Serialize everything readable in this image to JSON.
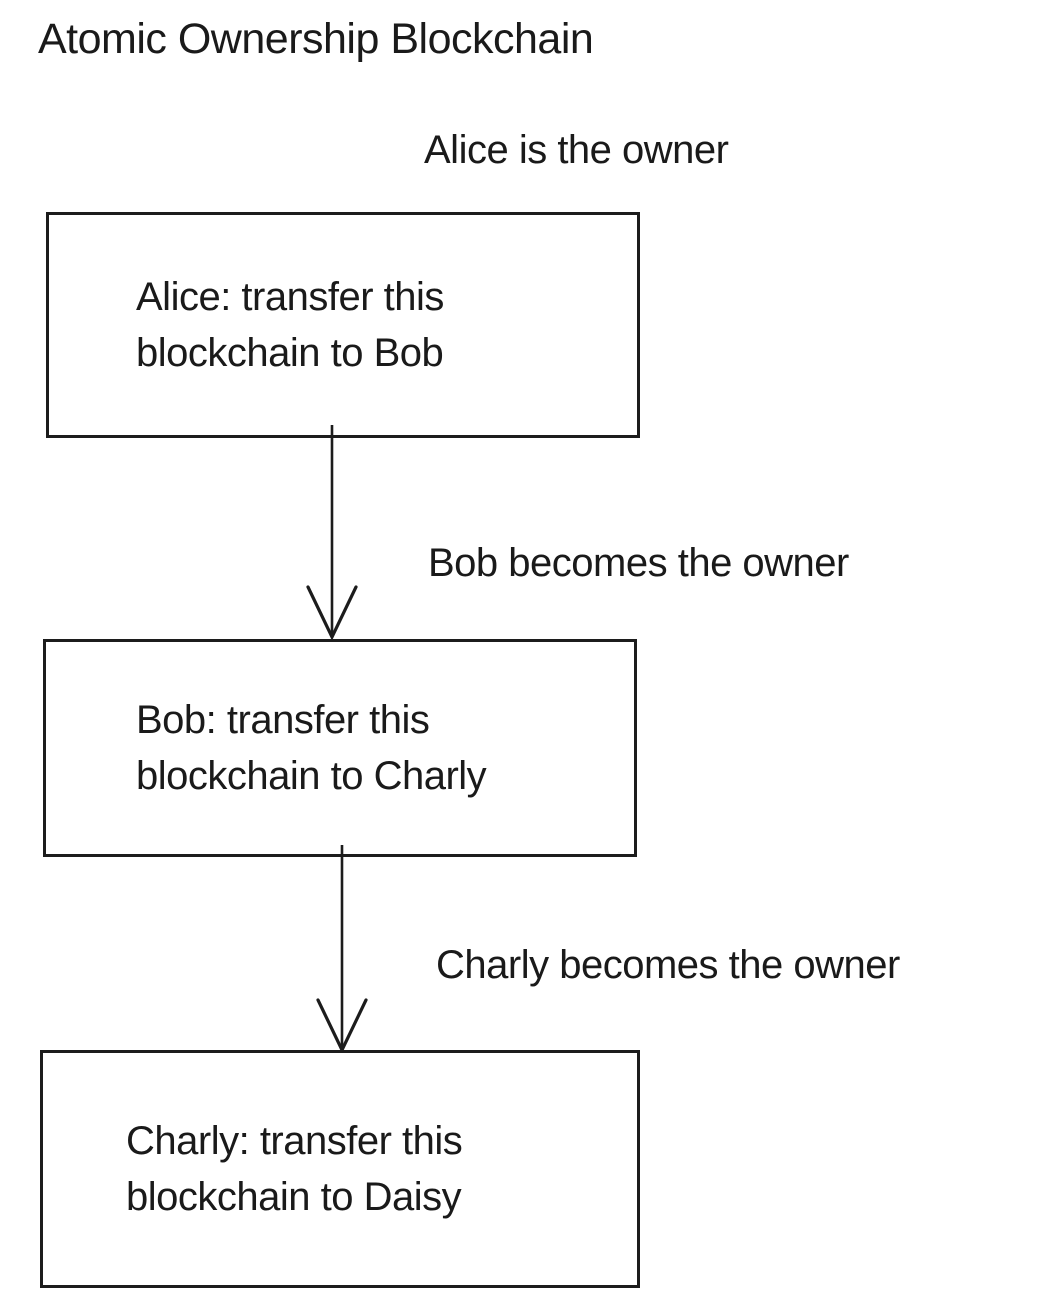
{
  "title": "Atomic Ownership Blockchain",
  "owner_labels": [
    "Alice is the owner",
    "Bob becomes the owner",
    "Charly becomes the owner"
  ],
  "blocks": [
    {
      "owner": "Alice",
      "lines": [
        "Alice: transfer this",
        "blockchain to Bob"
      ]
    },
    {
      "owner": "Bob",
      "lines": [
        "Bob: transfer this",
        "blockchain to Charly"
      ]
    },
    {
      "owner": "Charly",
      "lines": [
        "Charly: transfer this",
        "blockchain to Daisy"
      ]
    }
  ],
  "colors": {
    "text": "#1a1a1a",
    "border": "#1c1c1c",
    "background": "#ffffff"
  }
}
